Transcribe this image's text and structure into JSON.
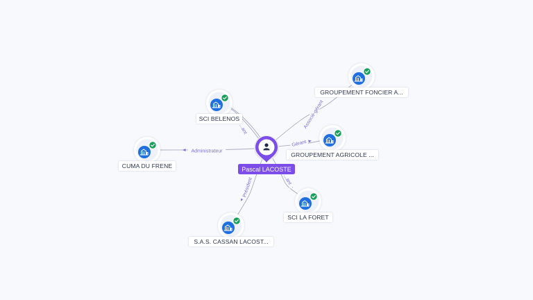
{
  "colors": {
    "background": "#f8f9fd",
    "person_accent": "#7c4de8",
    "company_icon": "#1f6fe0",
    "check_badge": "#16a05a",
    "edge": "#a9adbd",
    "edge_label": "#7a72d8"
  },
  "center": {
    "name": "Pascal LACOSTE",
    "icon": "person-icon"
  },
  "companies": [
    {
      "id": "sci-belenos",
      "name": "SCI BELENOS",
      "icon": "building-icon",
      "badge": "check-icon"
    },
    {
      "id": "groupement-foncier",
      "name": "GROUPEMENT FONCIER A...",
      "icon": "building-icon",
      "badge": "check-icon"
    },
    {
      "id": "cuma-du-frene",
      "name": "CUMA DU FRENE",
      "icon": "building-icon",
      "badge": "check-icon"
    },
    {
      "id": "groupement-agricole",
      "name": "GROUPEMENT AGRICOLE ...",
      "icon": "building-icon",
      "badge": "check-icon"
    },
    {
      "id": "sci-la-foret",
      "name": "SCI LA FORET",
      "icon": "building-icon",
      "badge": "check-icon"
    },
    {
      "id": "sas-cassan",
      "name": "S.A.S. CASSAN LACOST...",
      "icon": "building-icon",
      "badge": "check-icon"
    }
  ],
  "edges": [
    {
      "target": "sci-belenos",
      "label": "...ant"
    },
    {
      "target": "groupement-foncier",
      "label": "Associé-gérant"
    },
    {
      "target": "cuma-du-frene",
      "label": "Administrateur"
    },
    {
      "target": "groupement-agricole",
      "label": "Gérant"
    },
    {
      "target": "sci-la-foret",
      "label": "...ant"
    },
    {
      "target": "sas-cassan",
      "label": "Président"
    }
  ]
}
